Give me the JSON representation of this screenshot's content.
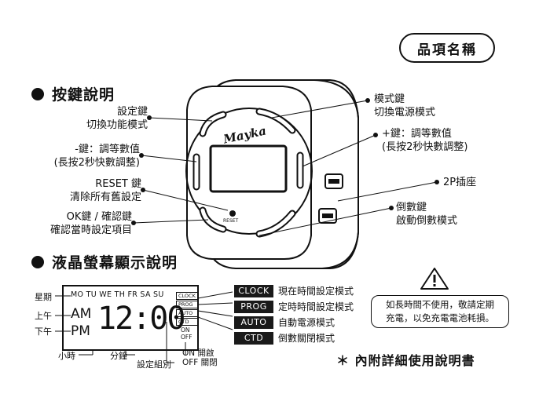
{
  "title_pill": "品項名稱",
  "sections": {
    "buttons": "按鍵說明",
    "lcd": "液晶螢幕顯示說明"
  },
  "left_labels": [
    {
      "line1": "設定鍵",
      "line2": "切換功能模式"
    },
    {
      "line1": "-鍵：調等數值",
      "line2": "(長按2秒快數調整)"
    },
    {
      "line1": "RESET 鍵",
      "line2": "清除所有舊設定"
    },
    {
      "line1": "OK鍵 / 確認鍵",
      "line2": "確認當時設定項目"
    }
  ],
  "right_labels": [
    {
      "line1": "模式鍵",
      "line2": "切換電源模式"
    },
    {
      "line1": "+鍵：調等數值",
      "line2": "(長按2秒快數調整)"
    },
    {
      "line1": "2P插座",
      "line2": ""
    },
    {
      "line1": "倒數鍵",
      "line2": "啟動倒數模式"
    }
  ],
  "device": {
    "brand": "Mayka",
    "reset_label": "RESET"
  },
  "lcd": {
    "days": "MO TU WE TH FR SA SU",
    "am": "AM",
    "pm": "PM",
    "time": "12:00",
    "mode_tags": [
      "CLOCK",
      "PROG",
      "AUTO",
      "CTD"
    ],
    "on": "ON",
    "off": "OFF",
    "label_week": "星期",
    "label_am": "上午",
    "label_pm": "下午",
    "label_hour": "小時",
    "label_minute": "分鐘",
    "label_group": "設定組別",
    "label_on": "ON 開啟",
    "label_off": "OFF 關閉"
  },
  "mode_legend": [
    {
      "tag": "CLOCK",
      "desc": "現在時間設定模式"
    },
    {
      "tag": "PROG",
      "desc": "定時時間設定模式"
    },
    {
      "tag": "AUTO",
      "desc": "自動電源模式"
    },
    {
      "tag": "CTD",
      "desc": "倒數關閉模式"
    }
  ],
  "warning": {
    "line1": "如長時間不使用，敬請定期",
    "line2": "充電，以免充電電池耗損。"
  },
  "footer": "＊ 內附詳細使用說明書"
}
